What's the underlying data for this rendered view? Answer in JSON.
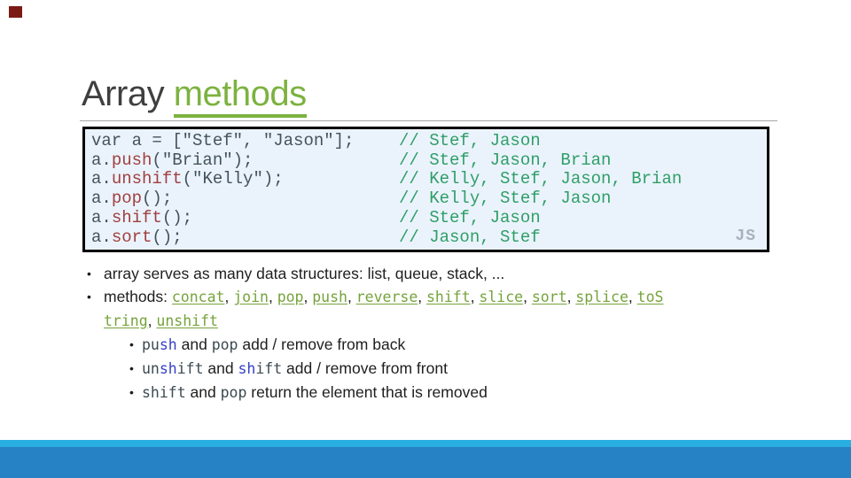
{
  "slide": {
    "title": {
      "prefix": "Array ",
      "highlight": "methods"
    },
    "code_block": {
      "badge": "JS",
      "lines": [
        {
          "code": [
            {
              "text": "var a = [\"Stef\", \"Jason\"];",
              "style": "default"
            }
          ],
          "comment": "// Stef, Jason"
        },
        {
          "code": [
            {
              "text": "a.",
              "style": "default"
            },
            {
              "text": "push",
              "style": "method"
            },
            {
              "text": "(\"Brian\");",
              "style": "default"
            }
          ],
          "comment": "// Stef, Jason, Brian"
        },
        {
          "code": [
            {
              "text": "a.",
              "style": "default"
            },
            {
              "text": "unshift",
              "style": "method"
            },
            {
              "text": "(\"Kelly\");",
              "style": "default"
            }
          ],
          "comment": "// Kelly, Stef, Jason, Brian"
        },
        {
          "code": [
            {
              "text": "a.",
              "style": "default"
            },
            {
              "text": "pop",
              "style": "method"
            },
            {
              "text": "();",
              "style": "default"
            }
          ],
          "comment": "// Kelly, Stef, Jason"
        },
        {
          "code": [
            {
              "text": "a.",
              "style": "default"
            },
            {
              "text": "shift",
              "style": "method"
            },
            {
              "text": "();",
              "style": "default"
            }
          ],
          "comment": "// Stef, Jason"
        },
        {
          "code": [
            {
              "text": "a.",
              "style": "default"
            },
            {
              "text": "sort",
              "style": "method"
            },
            {
              "text": "();",
              "style": "default"
            }
          ],
          "comment": "// Jason, Stef"
        }
      ]
    },
    "bullets": [
      {
        "level": 1,
        "segments": [
          {
            "text": "array serves as many data structures: list, queue, stack, ...",
            "style": "plain"
          }
        ]
      },
      {
        "level": 1,
        "segments": [
          {
            "text": "methods: ",
            "style": "plain"
          },
          {
            "text": "concat",
            "style": "link"
          },
          {
            "text": ", ",
            "style": "plain"
          },
          {
            "text": "join",
            "style": "link"
          },
          {
            "text": ", ",
            "style": "plain"
          },
          {
            "text": "pop",
            "style": "link"
          },
          {
            "text": ", ",
            "style": "plain"
          },
          {
            "text": "push",
            "style": "link"
          },
          {
            "text": ", ",
            "style": "plain"
          },
          {
            "text": "reverse",
            "style": "link"
          },
          {
            "text": ", ",
            "style": "plain"
          },
          {
            "text": "shift",
            "style": "link"
          },
          {
            "text": ", ",
            "style": "plain"
          },
          {
            "text": "slice",
            "style": "link"
          },
          {
            "text": ", ",
            "style": "plain"
          },
          {
            "text": "sort",
            "style": "link"
          },
          {
            "text": ", ",
            "style": "plain"
          },
          {
            "text": "splice",
            "style": "link"
          },
          {
            "text": ", ",
            "style": "plain"
          },
          {
            "text": "toS",
            "style": "link"
          },
          {
            "style": "break"
          },
          {
            "text": "tring",
            "style": "link"
          },
          {
            "text": ", ",
            "style": "plain"
          },
          {
            "text": "unshift",
            "style": "link"
          }
        ]
      },
      {
        "level": 2,
        "segments": [
          {
            "text": "pu",
            "style": "mono"
          },
          {
            "text": "sh",
            "style": "mono-blue"
          },
          {
            "text": " and ",
            "style": "plain"
          },
          {
            "text": "pop",
            "style": "mono"
          },
          {
            "text": " add / remove from back",
            "style": "plain"
          }
        ]
      },
      {
        "level": 2,
        "segments": [
          {
            "text": "un",
            "style": "mono"
          },
          {
            "text": "sh",
            "style": "mono-blue"
          },
          {
            "text": "ift",
            "style": "mono"
          },
          {
            "text": " and ",
            "style": "plain"
          },
          {
            "text": "sh",
            "style": "mono-blue"
          },
          {
            "text": "ift",
            "style": "mono"
          },
          {
            "text": " add / remove from front",
            "style": "plain"
          }
        ]
      },
      {
        "level": 2,
        "segments": [
          {
            "text": "shift",
            "style": "mono"
          },
          {
            "text": " and ",
            "style": "plain"
          },
          {
            "text": "pop",
            "style": "mono"
          },
          {
            "text": " return the element that is removed",
            "style": "plain"
          }
        ]
      }
    ],
    "bullet_marker": "•"
  },
  "colors": {
    "marker": "#7C1A15",
    "title_text": "#3F3F3F",
    "title_green": "#7CB23F",
    "divider": "#A6A6A6",
    "code_bg": "#EAF3FB",
    "code_border": "#000000",
    "code_default": "#44535B",
    "code_method": "#A04040",
    "code_comment": "#2F9E68",
    "badge": "#A9B1BD",
    "body_text": "#1E1E1E",
    "link_green": "#76A33C",
    "mono_dark": "#3B4A52",
    "mono_blue": "#3540C4",
    "footer_accent": "#29AEE2",
    "footer_bar": "#2781C5"
  }
}
